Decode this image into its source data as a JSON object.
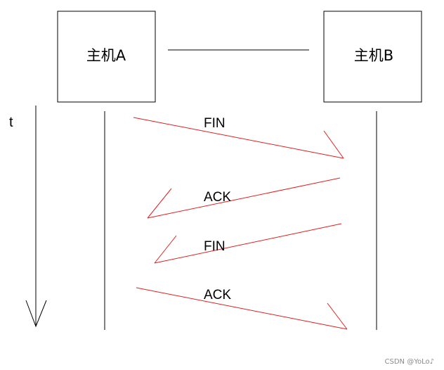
{
  "diagram": {
    "host_a_label": "主机A",
    "host_b_label": "主机B",
    "time_axis_label": "t",
    "messages": [
      {
        "label": "FIN",
        "from": "A",
        "to": "B"
      },
      {
        "label": "ACK",
        "from": "B",
        "to": "A"
      },
      {
        "label": "FIN",
        "from": "B",
        "to": "A"
      },
      {
        "label": "ACK",
        "from": "A",
        "to": "B"
      }
    ]
  },
  "colors": {
    "line": "#000000",
    "arrow": "#e02020"
  },
  "watermark": "CSDN @YoLo♪"
}
